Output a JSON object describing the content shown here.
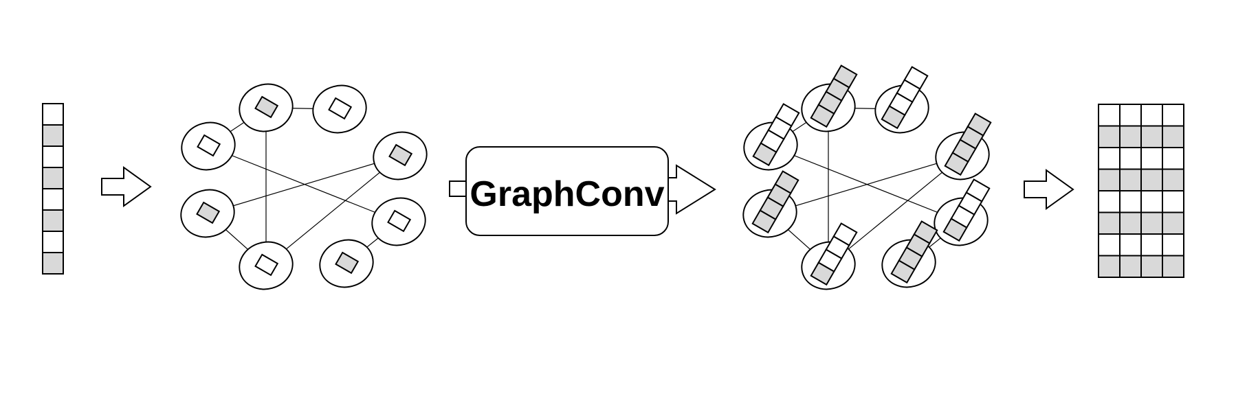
{
  "diagram": {
    "block_label": "GraphConv",
    "colors": {
      "stroke": "#000000",
      "fill_shaded": "#d9d9d9",
      "fill_empty": "#ffffff"
    },
    "input_vector": {
      "cells": 8,
      "shaded": [
        1,
        3,
        5,
        7
      ]
    },
    "graph": {
      "nodes": 8,
      "edges": 8
    },
    "output_matrix": {
      "rows": 8,
      "cols": 4,
      "shaded_rows": [
        1,
        3,
        5,
        7
      ]
    },
    "node_feature_length": 4
  }
}
